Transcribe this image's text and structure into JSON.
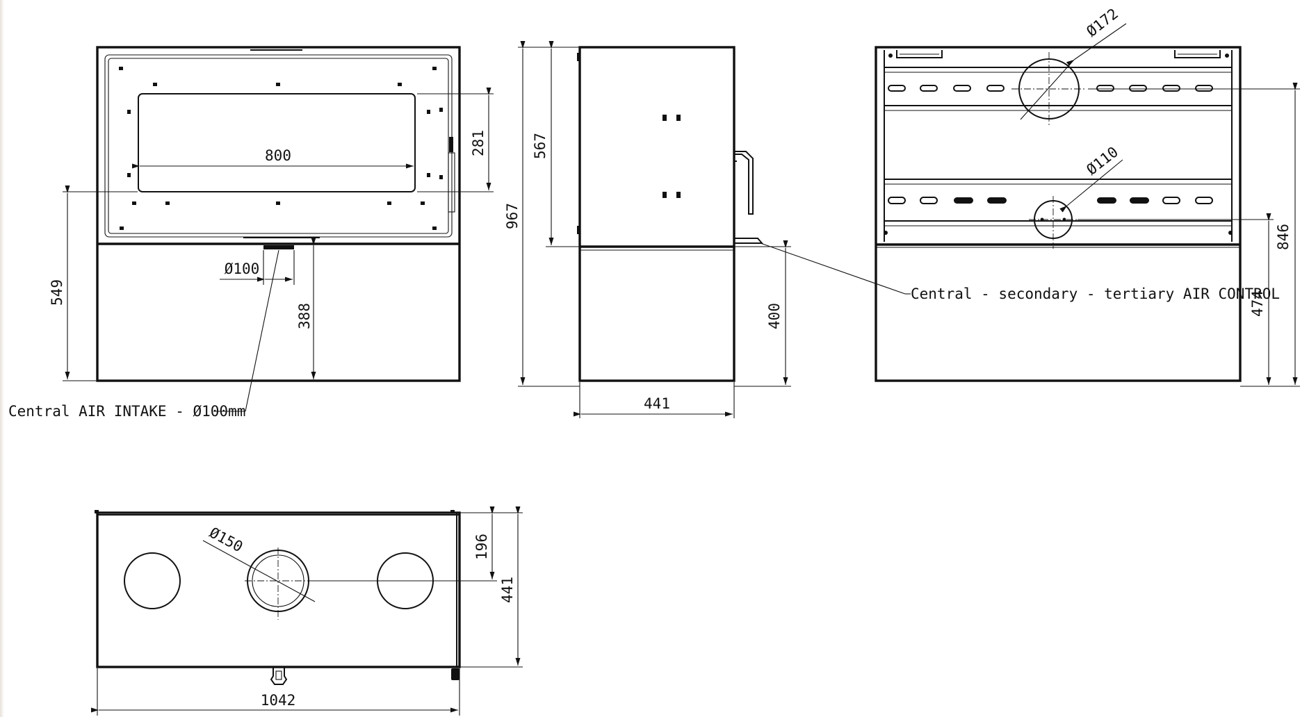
{
  "front_view": {
    "dim_glass_width": "800",
    "dim_glass_height": "281",
    "dim_intake_diameter": "Ø100",
    "dim_base_height": "388",
    "dim_overall_height": "549",
    "callout_air_intake": "Central AIR INTAKE - Ø100mm"
  },
  "side_view": {
    "dim_firebox_height": "567",
    "dim_total_height": "967",
    "dim_base_height": "400",
    "dim_depth": "441"
  },
  "rear_view": {
    "dim_upper_flue_diameter": "Ø172",
    "dim_lower_flue_diameter": "Ø110",
    "dim_total_height": "846",
    "dim_lower_flue_height": "474",
    "callout_air_control": "Central - secondary - tertiary AIR CONTROL"
  },
  "top_view": {
    "dim_flue_diameter": "Ø150",
    "dim_flue_offset": "196",
    "dim_depth": "441",
    "dim_width": "1042"
  }
}
